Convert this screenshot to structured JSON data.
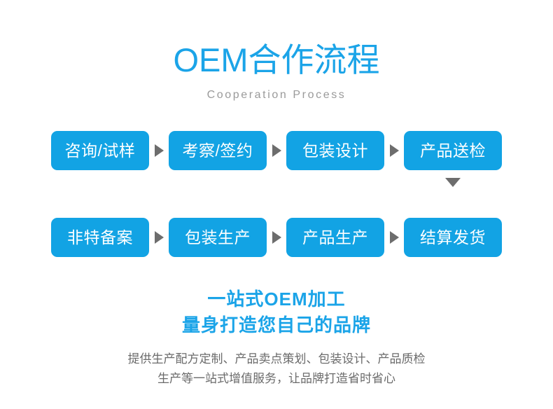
{
  "header": {
    "title": "OEM合作流程",
    "subtitle": "Cooperation Process"
  },
  "colors": {
    "brand_blue": "#12a3e4",
    "title_blue": "#1ba4e8",
    "arrow_gray": "#6d6d6d",
    "subtitle_gray": "#9a9a9a",
    "desc_gray": "#6b6b6b",
    "background": "#ffffff"
  },
  "flow": {
    "row1": [
      {
        "label": "咨询/试样"
      },
      {
        "label": "考察/签约"
      },
      {
        "label": "包装设计"
      },
      {
        "label": "产品送检"
      }
    ],
    "row2": [
      {
        "label": "非特备案"
      },
      {
        "label": "包装生产"
      },
      {
        "label": "产品生产"
      },
      {
        "label": "结算发货"
      }
    ],
    "arrow_right_icon": "triangle-right-icon",
    "arrow_down_icon": "triangle-down-icon"
  },
  "footer": {
    "slogan_line1": "一站式OEM加工",
    "slogan_line2": "量身打造您自己的品牌",
    "description_line1": "提供生产配方定制、产品卖点策划、包装设计、产品质检",
    "description_line2": "生产等一站式增值服务，让品牌打造省时省心"
  }
}
